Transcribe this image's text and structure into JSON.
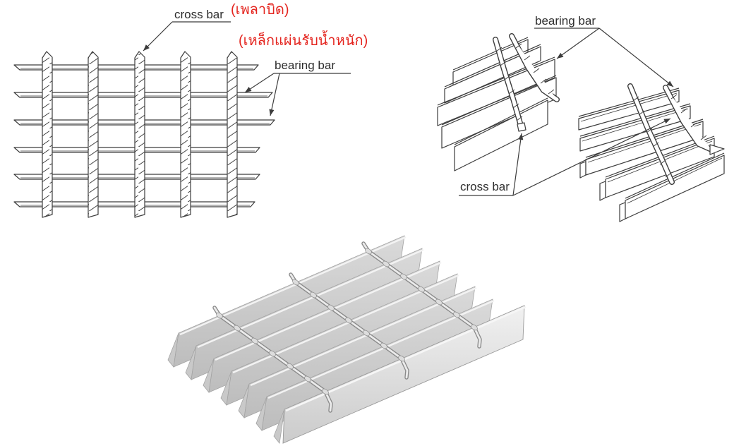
{
  "figure": {
    "subject": "steel grating diagram",
    "background_color": "#ffffff"
  },
  "plan_view": {
    "cross_bar_label": "cross bar",
    "cross_bar_thai": "(เพลาบิด)",
    "bearing_bar_thai": "(เหล็กแผ่นรับน้ำหนัก)",
    "bearing_bar_label": "bearing bar",
    "bearing_bar_count": 6,
    "cross_bar_count": 5
  },
  "iso_view": {
    "bearing_bar_label": "bearing bar",
    "cross_bar_label": "cross bar",
    "fragment_count": 2
  },
  "photo_view": {
    "bearing_bar_count": 7,
    "cross_rod_count": 3
  },
  "colors": {
    "label_text": "#2e2e2e",
    "thai_annotation": "#e4251f",
    "line_art": "#3c3c3c",
    "metal_face_light": "#dadada",
    "metal_face_dark": "#bdbdbd",
    "metal_front_light": "#f1f1f1",
    "rod_outline": "#8a8a8a"
  }
}
